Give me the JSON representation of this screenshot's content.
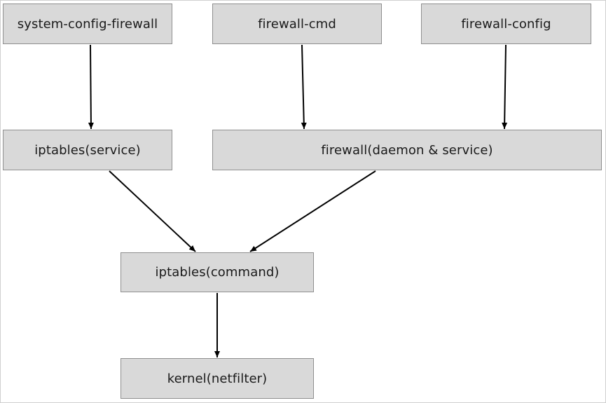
{
  "nodes": {
    "system_config_firewall": "system-config-firewall",
    "firewall_cmd": "firewall-cmd",
    "firewall_config": "firewall-config",
    "iptables_service": "iptables(service)",
    "firewall_daemon": "firewall(daemon & service)",
    "iptables_command": "iptables(command)",
    "kernel": "kernel(netfilter)"
  },
  "edges": [
    {
      "from": "system-config-firewall",
      "to": "iptables(service)"
    },
    {
      "from": "firewall-cmd",
      "to": "firewall(daemon & service)"
    },
    {
      "from": "firewall-config",
      "to": "firewall(daemon & service)"
    },
    {
      "from": "iptables(service)",
      "to": "iptables(command)"
    },
    {
      "from": "firewall(daemon & service)",
      "to": "iptables(command)"
    },
    {
      "from": "iptables(command)",
      "to": "kernel(netfilter)"
    }
  ],
  "colors": {
    "node_fill": "#d9d9d9",
    "node_border": "#8f8f8f",
    "arrow": "#000000",
    "text": "#1a1a1a"
  }
}
